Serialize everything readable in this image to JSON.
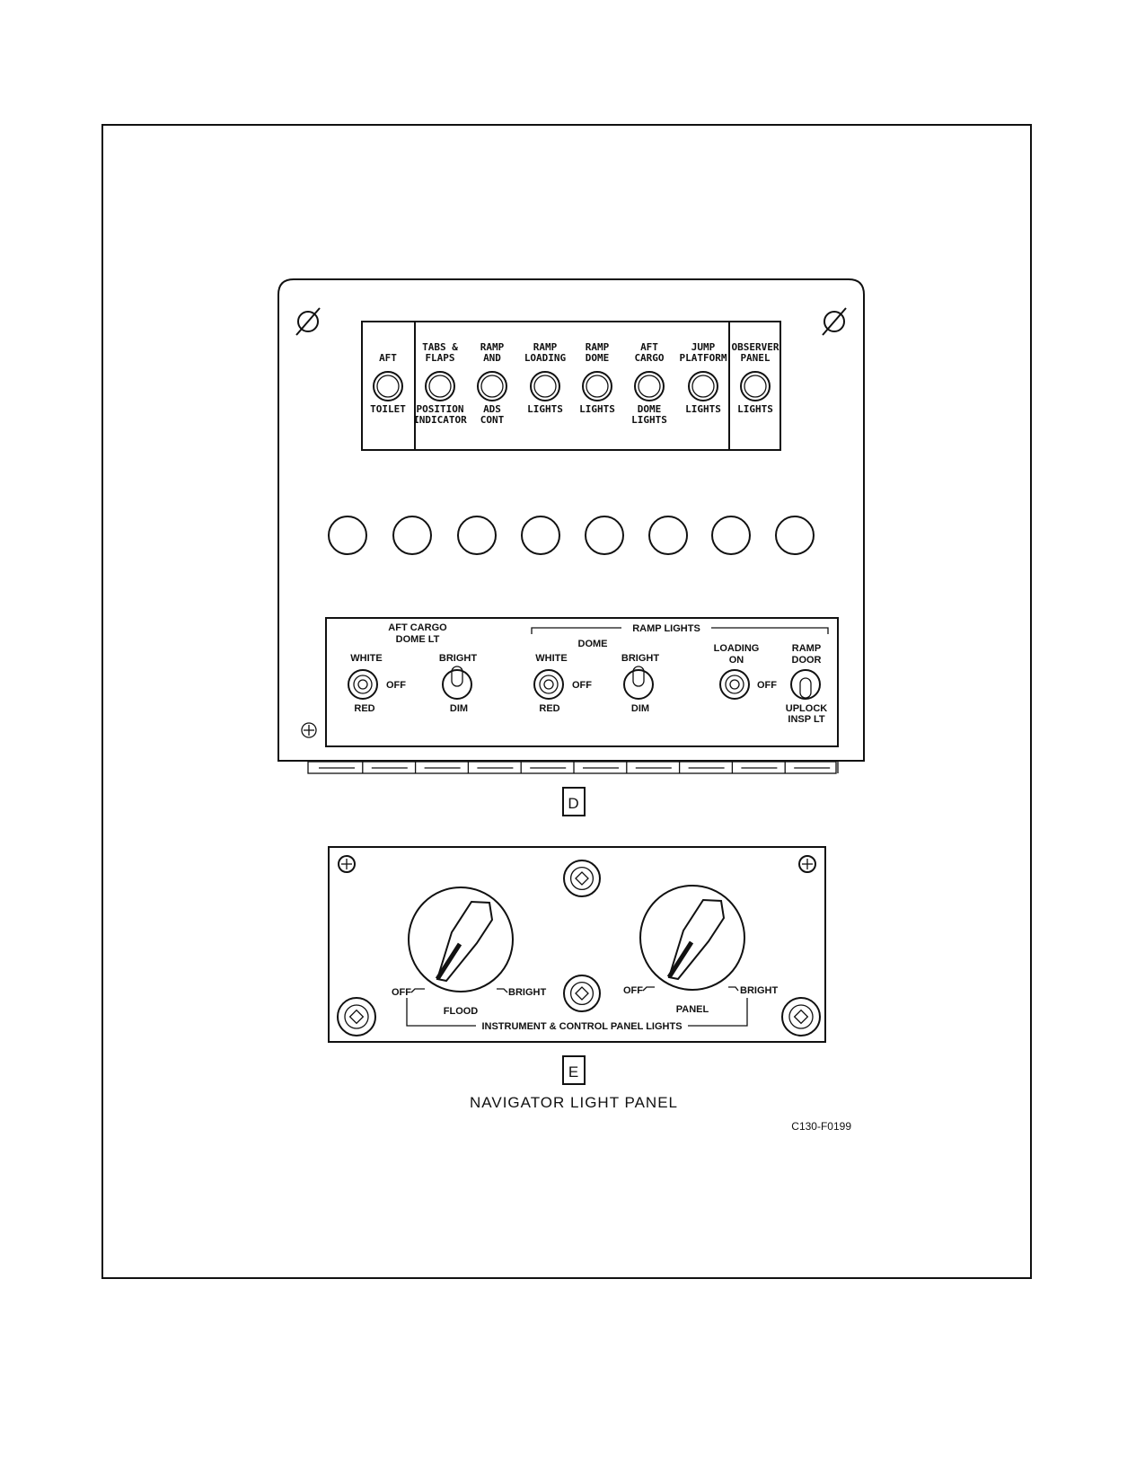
{
  "panel_d": {
    "annunciators": [
      {
        "top": [
          "AFT"
        ],
        "bottom": [
          "TOILET"
        ]
      },
      {
        "top": [
          "TABS &",
          "FLAPS"
        ],
        "bottom": [
          "POSITION",
          "INDICATOR"
        ]
      },
      {
        "top": [
          "RAMP",
          "AND"
        ],
        "bottom": [
          "ADS",
          "CONT"
        ]
      },
      {
        "top": [
          "RAMP",
          "LOADING"
        ],
        "bottom": [
          "LIGHTS"
        ]
      },
      {
        "top": [
          "RAMP",
          "DOME"
        ],
        "bottom": [
          "LIGHTS"
        ]
      },
      {
        "top": [
          "AFT",
          "CARGO"
        ],
        "bottom": [
          "DOME",
          "LIGHTS"
        ]
      },
      {
        "top": [
          "JUMP",
          "PLATFORM"
        ],
        "bottom": [
          "LIGHTS"
        ]
      },
      {
        "top": [
          "OBSERVER",
          "PANEL"
        ],
        "bottom": [
          "LIGHTS"
        ]
      }
    ],
    "blank_lamp_count": 8,
    "switch_panel": {
      "aft_cargo_title": [
        "AFT CARGO",
        "DOME LT"
      ],
      "ramp_lights_title": "RAMP LIGHTS",
      "dome_label": "DOME",
      "aft_white": "WHITE",
      "aft_off": "OFF",
      "aft_red": "RED",
      "aft_bright": "BRIGHT",
      "aft_dim": "DIM",
      "dome_white": "WHITE",
      "dome_off": "OFF",
      "dome_red": "RED",
      "dome_bright": "BRIGHT",
      "dome_dim": "DIM",
      "loading_on": [
        "LOADING",
        "ON"
      ],
      "loading_off": "OFF",
      "ramp_door": [
        "RAMP",
        "DOOR"
      ],
      "uplock": [
        "UPLOCK",
        "INSP LT"
      ]
    },
    "view_letter": "D"
  },
  "panel_e": {
    "flood_label": "FLOOD",
    "flood_off": "OFF",
    "flood_bright": "BRIGHT",
    "panel_label": "PANEL",
    "panel_off": "OFF",
    "panel_bright": "BRIGHT",
    "group_label": "INSTRUMENT & CONTROL PANEL LIGHTS",
    "view_letter": "E"
  },
  "caption": "NAVIGATOR LIGHT PANEL",
  "figure_id": "C130-F0199"
}
